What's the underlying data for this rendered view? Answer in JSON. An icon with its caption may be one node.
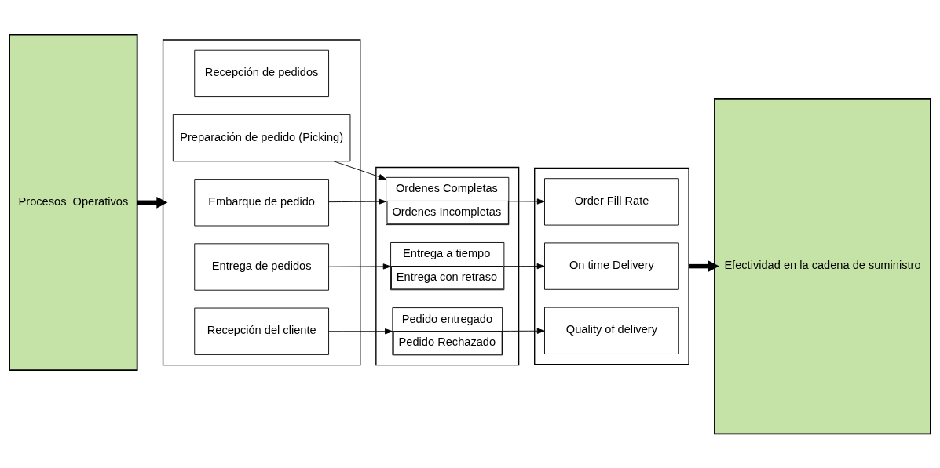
{
  "diagram": {
    "nodes": [
      {
        "text": [
          "Procesos  Operativos"
        ]
      },
      {
        "text": [],
        "shape": "box"
      },
      {
        "text": [
          "Recepción de pedidos"
        ],
        "in": 1
      },
      {
        "text": [
          "Preparación de pedido (Picking)"
        ],
        "in": 1
      },
      {
        "text": [
          "Embarque de pedido"
        ],
        "in": 1
      },
      {
        "text": [
          "Entrega de pedidos"
        ],
        "in": 1
      },
      {
        "text": [
          "Recepción del cliente"
        ],
        "in": 1
      },
      {
        "text": [],
        "shape": "box"
      },
      {
        "text": [
          "Ordenes Completas",
          "Ordenes Incompletas"
        ],
        "in": 7
      },
      {
        "text": [
          "Entrega a tiempo",
          "Entrega con retraso"
        ],
        "in": 7
      },
      {
        "text": [
          "Pedido entregado",
          "Pedido Rechazado"
        ],
        "in": 7
      },
      {
        "text": [],
        "shape": "box"
      },
      {
        "text": [
          "Order Fill Rate"
        ],
        "in": 11
      },
      {
        "text": [
          "On time Delivery"
        ],
        "in": 11
      },
      {
        "text": [
          "Quality of delivery"
        ],
        "in": 11
      },
      {
        "text": [
          "Efectividad en la cadena de suministro"
        ]
      }
    ],
    "edges": [
      {
        "from": 0,
        "to": 1,
        "arrow": "to",
        "style": "thick"
      },
      {
        "from": 3,
        "to": 8,
        "arrow": "to"
      },
      {
        "from": 4,
        "to": 8,
        "arrow": "to"
      },
      {
        "from": 5,
        "to": 9,
        "arrow": "to"
      },
      {
        "from": 6,
        "to": 10,
        "arrow": "to"
      },
      {
        "from": 8,
        "to": 12,
        "arrow": "to"
      },
      {
        "from": 9,
        "to": 13,
        "arrow": "to"
      },
      {
        "from": 10,
        "to": 14,
        "arrow": "to"
      },
      {
        "from": 11,
        "to": 15,
        "arrow": "to",
        "style": "thick"
      }
    ]
  }
}
